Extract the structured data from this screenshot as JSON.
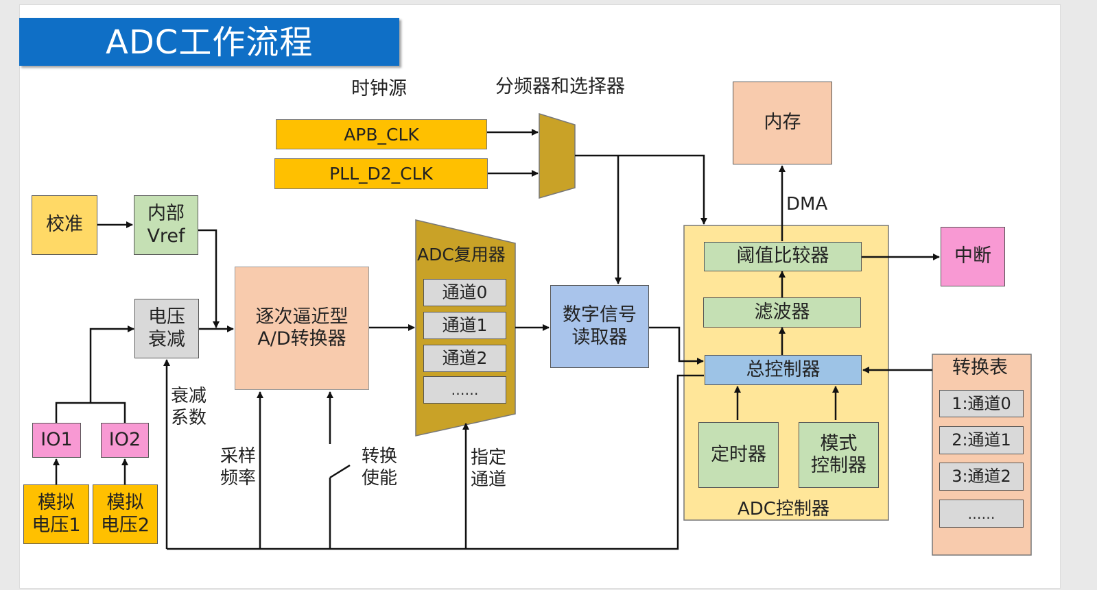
{
  "title": "ADC工作流程",
  "labels": {
    "clock_source": "时钟源",
    "divider_selector": "分频器和选择器",
    "dma": "DMA",
    "attenuation_coef": "衰减\n系数",
    "sample_rate": "采样\n频率",
    "convert_enable": "转换\n使能",
    "specify_channel": "指定\n通道",
    "adc_controller": "ADC控制器",
    "mux_title": "ADC复用器"
  },
  "clocks": {
    "apb": "APB_CLK",
    "pll": "PLL_D2_CLK"
  },
  "blocks": {
    "calibration": "校准",
    "internal_vref": "内部\nVref",
    "voltage_atten": "电压\n衰减",
    "sar_adc": "逐次逼近型\nA/D转换器",
    "digital_reader": "数字信号\n读取器",
    "memory": "内存",
    "interrupt": "中断",
    "threshold_comp": "阈值比较器",
    "filter": "滤波器",
    "master_ctrl": "总控制器",
    "timer": "定时器",
    "mode_ctrl": "模式\n控制器",
    "io1": "IO1",
    "io2": "IO2",
    "analog_v1": "模拟\n电压1",
    "analog_v2": "模拟\n电压2"
  },
  "mux_channels": [
    "通道0",
    "通道1",
    "通道2",
    "……"
  ],
  "conversion_table": {
    "title": "转换表",
    "items": [
      "1:通道0",
      "2:通道1",
      "3:通道2",
      "……"
    ]
  },
  "colors": {
    "title_bar": "#0f6fc6",
    "clock": "#ffc000",
    "mux": "#c9a227",
    "controller_bg": "#ffe699",
    "green_block": "#c5e0b4",
    "peach_block": "#f8cbad",
    "pink_block": "#f899d3",
    "blue_block": "#a9c4eb"
  }
}
